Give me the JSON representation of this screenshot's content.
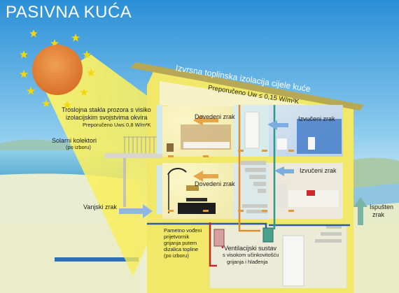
{
  "title": "PASIVNA KUĆA",
  "roof_insulation": {
    "title": "Izvrsna toplinska izolacija cijele kuće",
    "recommendation": "Preporučeno Uw ≤ 0,15 W/m²K"
  },
  "windows": {
    "line1": "Troslojna stakla prozora s visiko",
    "line2": "izolacijskim svojstvima okvira",
    "recommendation": "Preporučeno Uw≤ 0,8 W/m²K"
  },
  "solar": {
    "label": "Solarni kolektori",
    "note": "(po izboru)"
  },
  "supply_air_upper": "Dovedeni zrak",
  "supply_air_lower": "Dovedeni zrak",
  "extract_air_upper": "Izvučeni zrak",
  "extract_air_lower": "Izvučeni zrak",
  "outside_air": "Vanjski zrak",
  "exhaust_air": {
    "line1": "Ispušten",
    "line2": "zrak"
  },
  "heat_exchanger": {
    "line1": "Pametno vođeni",
    "line2": "prijetvornik",
    "line3": "grijanja putem",
    "line4": "dizalica topline",
    "line5": "(po izboru)"
  },
  "ventilation": {
    "line1": "Ventilacijski sustav",
    "line2": "s visokom učinkovitošću",
    "line3": "grijanja i hlađenja"
  },
  "colors": {
    "sky_top": "#2a8fd6",
    "sky_mid": "#9fd4f0",
    "sun": "#e88a3a",
    "stars": "#f5d80a",
    "house_wall": "#f1e86a",
    "roof": "#b7a855",
    "warm_air": "#e8a64a",
    "cold_air": "#7aaee0",
    "duct": "#2f5aa0",
    "exhaust_arrow": "#7bb3a4"
  }
}
